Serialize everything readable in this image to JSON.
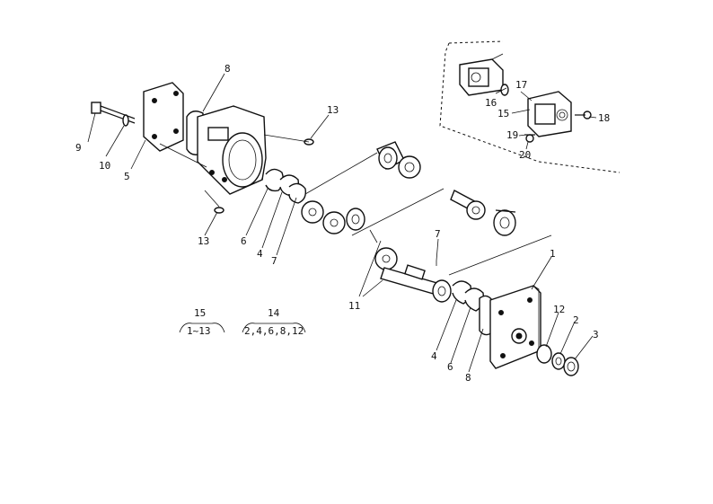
{
  "callouts": {
    "c1": "1",
    "c2": "2",
    "c3": "3",
    "c4a": "4",
    "c4b": "4",
    "c5": "5",
    "c6a": "6",
    "c6b": "6",
    "c7a": "7",
    "c7b": "7",
    "c8a": "8",
    "c8b": "8",
    "c9": "9",
    "c10": "10",
    "c11": "11",
    "c12": "12",
    "c13a": "13",
    "c13b": "13",
    "c15": "15",
    "c16": "16",
    "c17": "17",
    "c18": "18",
    "c19": "19",
    "c20": "20"
  },
  "legend": {
    "kit15": {
      "number": "15",
      "range": "1~13"
    },
    "kit14": {
      "number": "14",
      "range": "2,4,6,8,12"
    }
  }
}
